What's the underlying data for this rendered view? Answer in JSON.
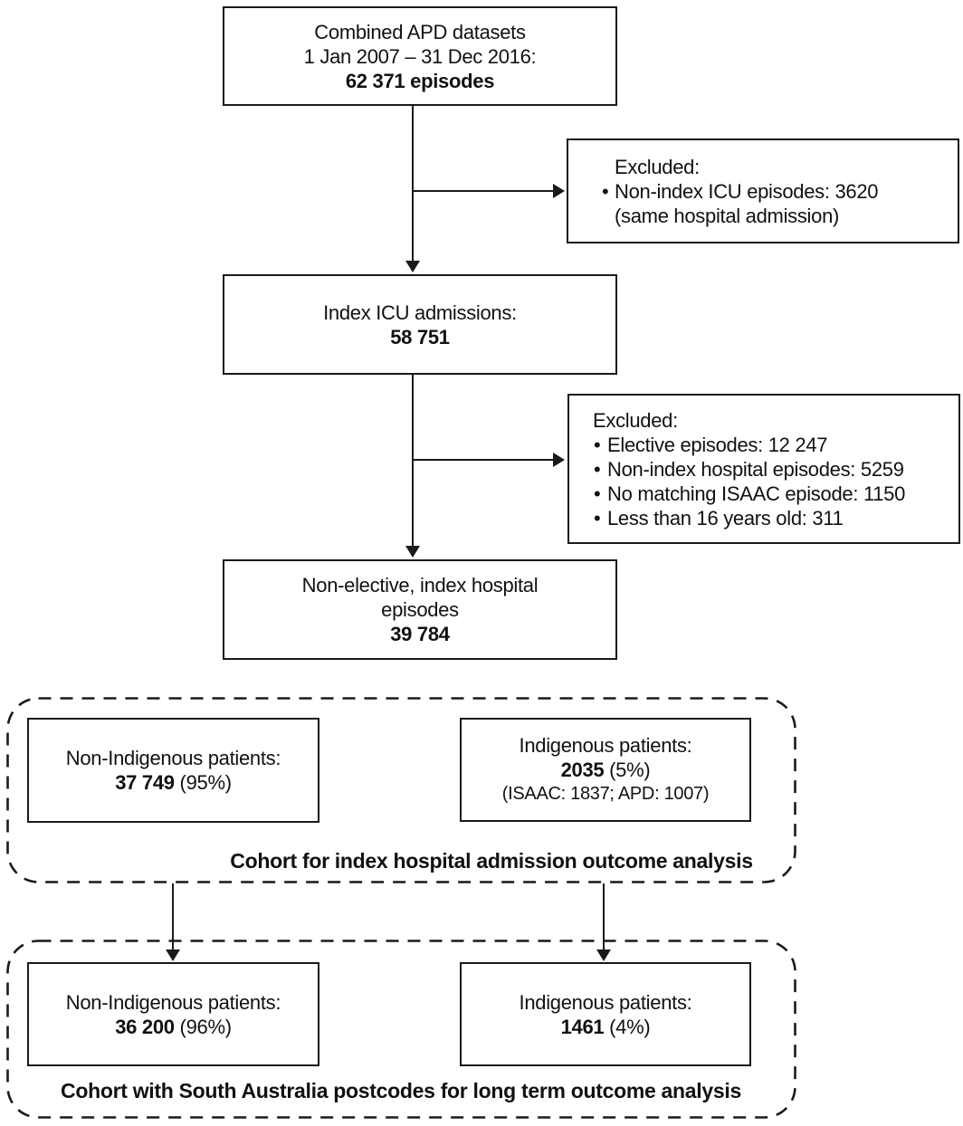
{
  "diagram": {
    "boxes": {
      "combined": {
        "line1": "Combined APD datasets",
        "line2": "1 Jan 2007 – 31 Dec 2016:",
        "line3": "62 371 episodes"
      },
      "excluded1": {
        "title": "Excluded:",
        "item": "Non-index ICU episodes: 3620",
        "item_note": "(same hospital admission)"
      },
      "index_icu": {
        "line1": "Index ICU admissions:",
        "line2": "58 751"
      },
      "excluded2": {
        "title": "Excluded:",
        "items": [
          "Elective episodes: 12 247",
          "Non-index hospital episodes: 5259",
          "No matching ISAAC episode: 1150",
          "Less than 16 years old: 311"
        ]
      },
      "non_elective": {
        "line1": "Non-elective, index hospital",
        "line2": "episodes",
        "line3": "39 784"
      },
      "cohort1_left": {
        "title": "Non-Indigenous patients:",
        "value": "37 749",
        "pct": " (95%)"
      },
      "cohort1_right": {
        "title": "Indigenous patients:",
        "value": "2035",
        "pct": " (5%)",
        "note": "(ISAAC: 1837; APD: 1007)"
      },
      "cohort2_left": {
        "title": "Non-Indigenous patients:",
        "value": "36 200",
        "pct": " (96%)"
      },
      "cohort2_right": {
        "title": "Indigenous patients:",
        "value": "1461",
        "pct": " (4%)"
      }
    },
    "captions": {
      "cohort1": "Cohort for index hospital admission outcome analysis",
      "cohort2": "Cohort with South Australia postcodes for long term outcome analysis"
    },
    "colors": {
      "ink": "#111111",
      "background": "#ffffff"
    }
  }
}
